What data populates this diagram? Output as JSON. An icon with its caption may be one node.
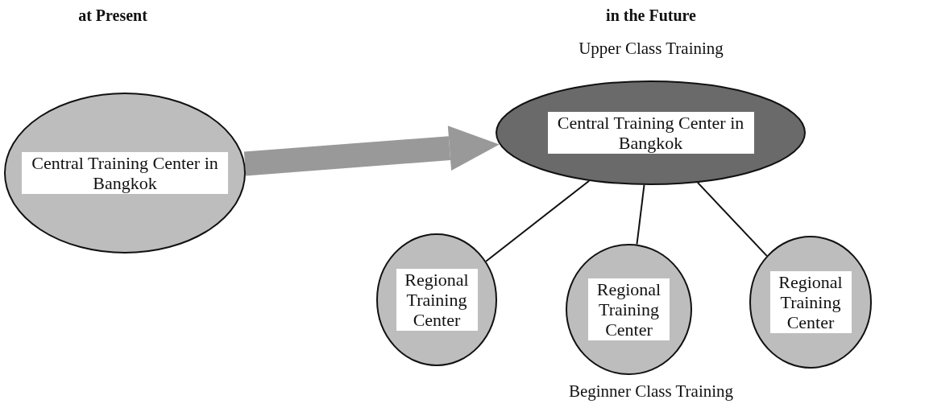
{
  "diagram": {
    "nodes": [
      {
        "text": [
          "Central Training Center in Bangkok"
        ]
      },
      {
        "text": [
          "Central Training Center in Bangkok"
        ]
      },
      {
        "text": [
          "Regional Training Center"
        ]
      },
      {
        "text": [
          "Regional Training Center"
        ]
      },
      {
        "text": [
          "Regional Training Center"
        ]
      }
    ],
    "edges": [
      {
        "from": 0,
        "to": 1,
        "arrow": "to",
        "style": "thick",
        "color": "#999999"
      },
      {
        "from": 1,
        "to": 2,
        "arrow": "none"
      },
      {
        "from": 1,
        "to": 3,
        "arrow": "none"
      },
      {
        "from": 1,
        "to": 4,
        "arrow": "none"
      }
    ],
    "labels": [
      "at Present",
      "in the Future",
      "Upper Class Training",
      "Beginner Class Training"
    ]
  }
}
